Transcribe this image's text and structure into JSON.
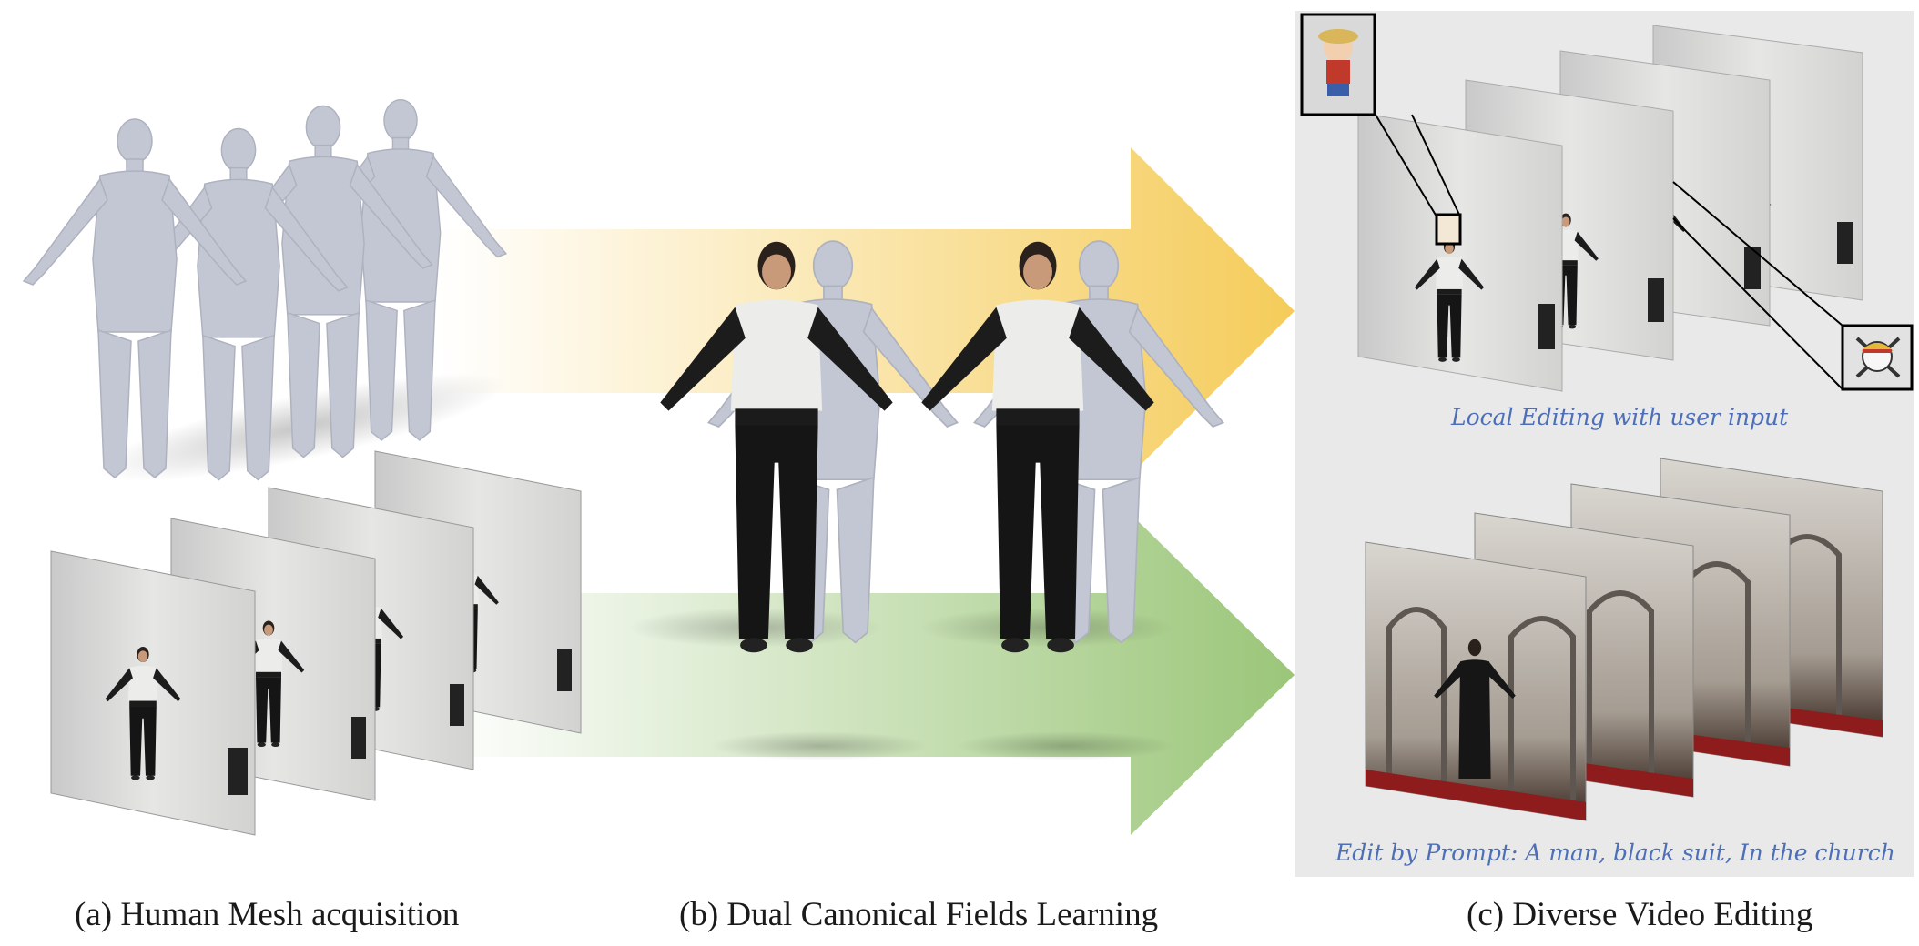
{
  "captions": {
    "a": "(a) Human Mesh acquisition",
    "b": "(b) Dual Canonical Fields Learning",
    "c": "(c) Diverse Video Editing"
  },
  "annotations": {
    "local_editing": "Local Editing with user input",
    "prompt_editing": "Edit by Prompt: A man, black suit, In the church"
  },
  "colors": {
    "arrow_top": "#f5cc5a",
    "arrow_bottom": "#9bc679",
    "mesh": "#c6cad6",
    "panel_background": "#e9e9e9",
    "annotation_text": "#4d6fb8",
    "church_carpet": "#8e1c1c"
  }
}
